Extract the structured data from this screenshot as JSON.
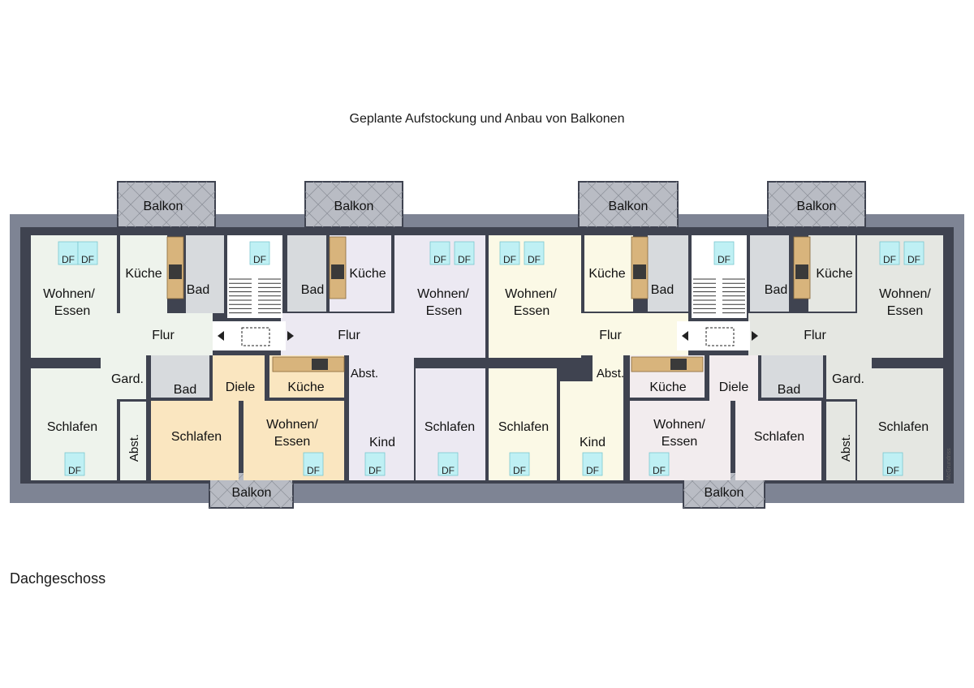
{
  "title": "Geplante Aufstockung und Anbau von Balkonen",
  "floor_label": "Dachgeschoss",
  "credit": "McGrundriss",
  "colors": {
    "wall": "#3f4350",
    "roof": "#7e8494",
    "balcony": "#b9bcc4",
    "unit1": "#eef3ec",
    "unit2": "#ece9f2",
    "unit3": "#fbf9e6",
    "unit4": "#e5e7e2",
    "unit5": "#fae6c0",
    "unit6": "#f2ecee",
    "stair": "#ffffff",
    "bath": "#d7dadd",
    "window": "#bff0f4"
  },
  "icons": {
    "window": "skylight-icon",
    "stair": "staircase-icon",
    "door": "door-swing-icon",
    "stove": "stove-icon"
  },
  "labels": {
    "balkon": "Balkon",
    "kueche": "Küche",
    "bad": "Bad",
    "wohnen_essen_1": "Wohnen/",
    "wohnen_essen_2": "Essen",
    "flur": "Flur",
    "gard": "Gard.",
    "abst": "Abst.",
    "schlafen": "Schlafen",
    "diele": "Diele",
    "kind": "Kind",
    "df": "DF"
  }
}
